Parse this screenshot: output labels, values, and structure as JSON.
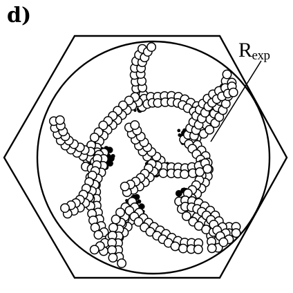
{
  "figure": {
    "panel_label": "d)",
    "radius_label": {
      "main": "R",
      "subscript": "exp"
    }
  },
  "colors": {
    "ink": "#000000",
    "background": "#ffffff",
    "bead_fill": "#ffffff"
  }
}
